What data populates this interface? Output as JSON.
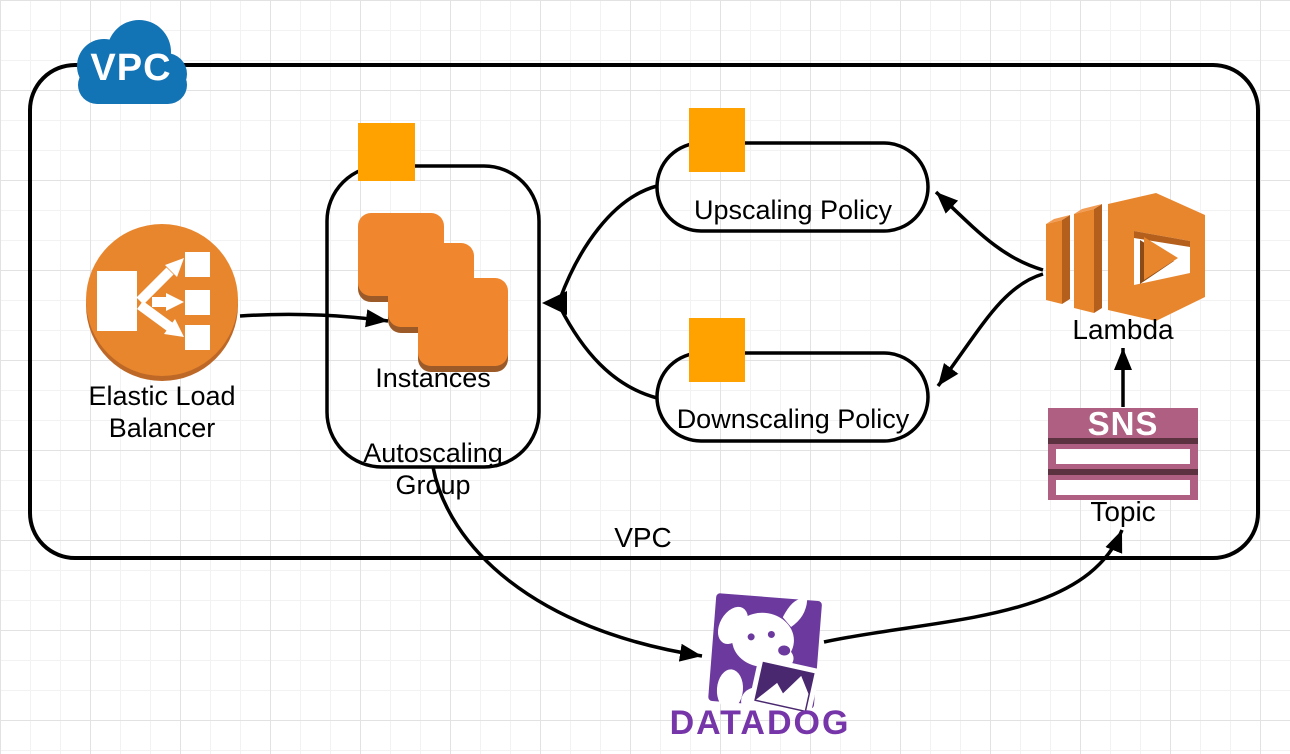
{
  "nodes": {
    "vpc_cloud": {
      "label": "VPC"
    },
    "vpc_container": {
      "label": "VPC"
    },
    "elastic_load_balancer": {
      "label_line1": "Elastic Load",
      "label_line2": "Balancer"
    },
    "autoscaling_group": {
      "label_line1": "Autoscaling",
      "label_line2": "Group"
    },
    "instances": {
      "label": "Instances"
    },
    "upscaling_policy": {
      "label": "Upscaling Policy"
    },
    "downscaling_policy": {
      "label": "Downscaling Policy"
    },
    "lambda": {
      "label": "Lambda"
    },
    "sns_topic": {
      "icon_text": "SNS",
      "label": "Topic"
    },
    "datadog": {
      "label": "DATADOG"
    }
  },
  "edges": [
    {
      "from": "elastic-load-balancer",
      "to": "instances"
    },
    {
      "from": "upscaling-policy",
      "to": "autoscaling-group"
    },
    {
      "from": "downscaling-policy",
      "to": "autoscaling-group"
    },
    {
      "from": "lambda",
      "to": "upscaling-policy"
    },
    {
      "from": "lambda",
      "to": "downscaling-policy"
    },
    {
      "from": "sns-topic",
      "to": "lambda"
    },
    {
      "from": "autoscaling-group",
      "to": "datadog"
    },
    {
      "from": "datadog",
      "to": "sns-topic"
    }
  ],
  "colors": {
    "aws_orange": "#E8862E",
    "bright_orange": "#FFA200",
    "orange_side_shadow": "#B55F1D",
    "orange_drop_shadow": "#9C5A28",
    "vpc_blue": "#1273B5",
    "sns_pink": "#AF5F81",
    "sns_dark": "#5C3241",
    "datadog_purple": "#6C3A9E",
    "datadog_text_purple": "#7635A8",
    "line_black": "#000000",
    "grid_minor": "#f2f2f2",
    "grid_major": "#e2e2e2"
  }
}
